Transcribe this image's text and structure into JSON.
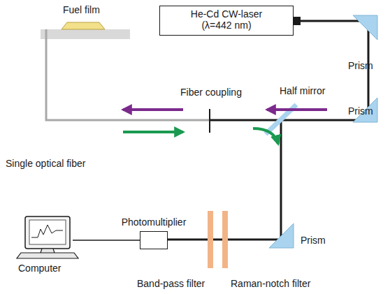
{
  "diagram": {
    "nodes": [
      {
        "text": [
          "He-Cd CW-laser (λ=442 nm)"
        ]
      },
      {
        "text": [
          "Photomultiplier"
        ]
      },
      {
        "text": [
          "Computer"
        ]
      }
    ],
    "edges": [
      {
        "from": 1,
        "to": 2,
        "arrow": "none"
      }
    ],
    "labels": [
      "Fuel film",
      "Prism",
      "Prism",
      "Fiber coupling",
      "Half mirror",
      "Single optical fiber",
      "Prism",
      "Band-pass filter",
      "Raman-notch filter"
    ]
  }
}
